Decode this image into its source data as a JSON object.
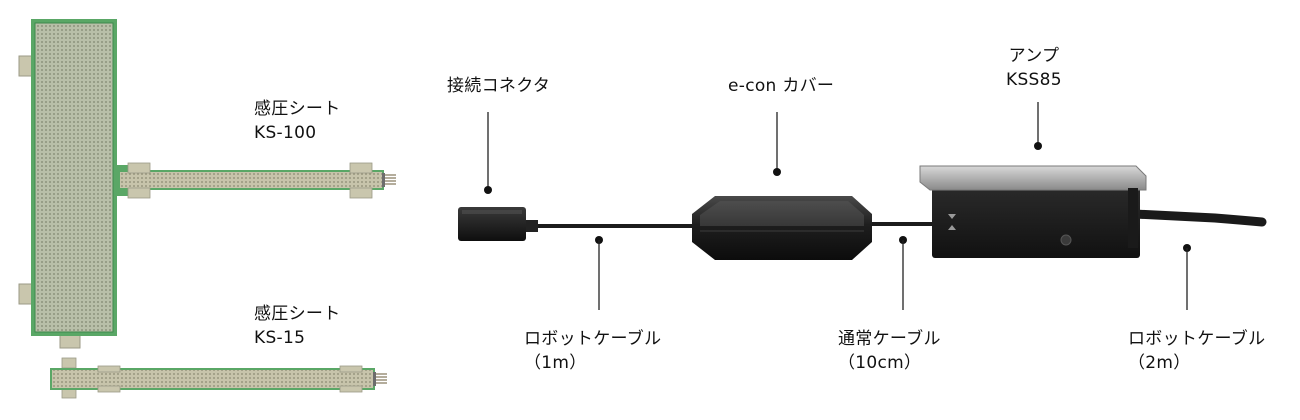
{
  "sensor_large": {
    "name": "感圧シート",
    "model": "KS-100"
  },
  "sensor_small": {
    "name": "感圧シート",
    "model": "KS-15"
  },
  "connector": {
    "label": "接続コネクタ"
  },
  "econ_cover": {
    "label": "e-con カバー"
  },
  "amp": {
    "name": "アンプ",
    "model": "KSS85"
  },
  "cable_robot_1": {
    "label": "ロボットケーブル",
    "length": "（1m）"
  },
  "cable_normal": {
    "label": "通常ケーブル",
    "length": "（10cm）"
  },
  "cable_robot_2": {
    "label": "ロボットケーブル",
    "length": "（2m）"
  },
  "colors": {
    "sheet_border": "#4aa05a",
    "sheet_fill": "#b9c0a8",
    "tail_fill": "#c9c6ad",
    "cable": "#1c1c1c",
    "amp_body": "#222222",
    "amp_cover": "#9a9a9a"
  }
}
